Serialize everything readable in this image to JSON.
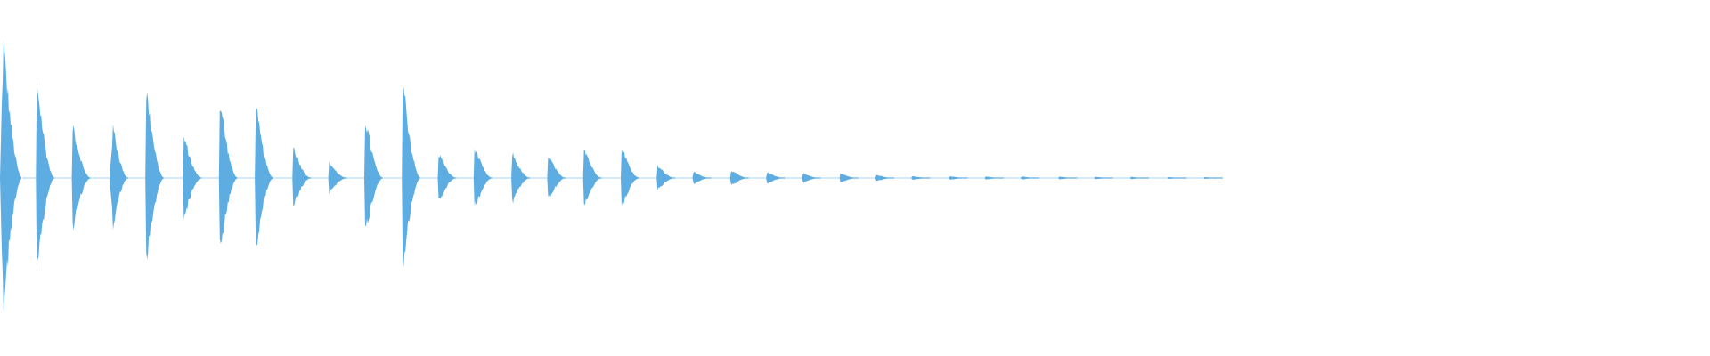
{
  "waveform": {
    "color": "#5dade2",
    "background": "#ffffff",
    "bursts": [
      {
        "t": 0.0,
        "dur": 0.013,
        "amp": 0.85,
        "attack": 0.15
      },
      {
        "t": 0.021,
        "dur": 0.011,
        "amp": 0.62,
        "attack": 0.05
      },
      {
        "t": 0.042,
        "dur": 0.011,
        "amp": 0.35,
        "attack": 0.05
      },
      {
        "t": 0.064,
        "dur": 0.011,
        "amp": 0.32,
        "attack": 0.2
      },
      {
        "t": 0.085,
        "dur": 0.011,
        "amp": 0.56,
        "attack": 0.05
      },
      {
        "t": 0.107,
        "dur": 0.011,
        "amp": 0.27,
        "attack": 0.05
      },
      {
        "t": 0.128,
        "dur": 0.011,
        "amp": 0.5,
        "attack": 0.05
      },
      {
        "t": 0.149,
        "dur": 0.011,
        "amp": 0.45,
        "attack": 0.05
      },
      {
        "t": 0.171,
        "dur": 0.011,
        "amp": 0.2,
        "attack": 0.05
      },
      {
        "t": 0.192,
        "dur": 0.011,
        "amp": 0.1,
        "attack": 0.05
      },
      {
        "t": 0.213,
        "dur": 0.011,
        "amp": 0.38,
        "attack": 0.05
      },
      {
        "t": 0.235,
        "dur": 0.011,
        "amp": 0.62,
        "attack": 0.05
      },
      {
        "t": 0.256,
        "dur": 0.011,
        "amp": 0.16,
        "attack": 0.05
      },
      {
        "t": 0.277,
        "dur": 0.011,
        "amp": 0.2,
        "attack": 0.05
      },
      {
        "t": 0.299,
        "dur": 0.011,
        "amp": 0.16,
        "attack": 0.05
      },
      {
        "t": 0.32,
        "dur": 0.011,
        "amp": 0.15,
        "attack": 0.05
      },
      {
        "t": 0.341,
        "dur": 0.011,
        "amp": 0.2,
        "attack": 0.05
      },
      {
        "t": 0.363,
        "dur": 0.011,
        "amp": 0.2,
        "attack": 0.05
      },
      {
        "t": 0.384,
        "dur": 0.011,
        "amp": 0.08,
        "attack": 0.05
      },
      {
        "t": 0.405,
        "dur": 0.011,
        "amp": 0.04,
        "attack": 0.05
      },
      {
        "t": 0.427,
        "dur": 0.011,
        "amp": 0.05,
        "attack": 0.05
      },
      {
        "t": 0.448,
        "dur": 0.011,
        "amp": 0.04,
        "attack": 0.05
      },
      {
        "t": 0.469,
        "dur": 0.011,
        "amp": 0.03,
        "attack": 0.05
      },
      {
        "t": 0.491,
        "dur": 0.011,
        "amp": 0.03,
        "attack": 0.05
      },
      {
        "t": 0.512,
        "dur": 0.011,
        "amp": 0.02,
        "attack": 0.05
      },
      {
        "t": 0.533,
        "dur": 0.011,
        "amp": 0.012,
        "attack": 0.05
      },
      {
        "t": 0.555,
        "dur": 0.011,
        "amp": 0.012,
        "attack": 0.05
      },
      {
        "t": 0.576,
        "dur": 0.011,
        "amp": 0.01,
        "attack": 0.05
      },
      {
        "t": 0.597,
        "dur": 0.011,
        "amp": 0.01,
        "attack": 0.05
      },
      {
        "t": 0.619,
        "dur": 0.011,
        "amp": 0.009,
        "attack": 0.05
      },
      {
        "t": 0.64,
        "dur": 0.011,
        "amp": 0.008,
        "attack": 0.05
      },
      {
        "t": 0.661,
        "dur": 0.011,
        "amp": 0.007,
        "attack": 0.05
      },
      {
        "t": 0.683,
        "dur": 0.011,
        "amp": 0.006,
        "attack": 0.05
      },
      {
        "t": 0.704,
        "dur": 0.011,
        "amp": 0.006,
        "attack": 0.05
      }
    ],
    "decay_tail": 0.004
  }
}
